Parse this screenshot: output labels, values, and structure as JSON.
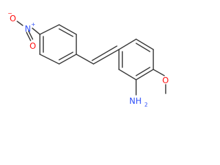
{
  "molecule": {
    "atoms": {
      "nitro_o_left": "O",
      "nitro_o_left_charge": "−",
      "nitro_n": "N",
      "nitro_n_charge": "+",
      "nitro_o_bottom": "O",
      "methoxy_o": "O",
      "amine_n": "NH",
      "amine_n_subscript": "2"
    },
    "colors": {
      "bond": "#3a3a3a",
      "oxygen": "#ff0d0d",
      "nitrogen": "#3050f8",
      "background": "#ffffff"
    }
  }
}
